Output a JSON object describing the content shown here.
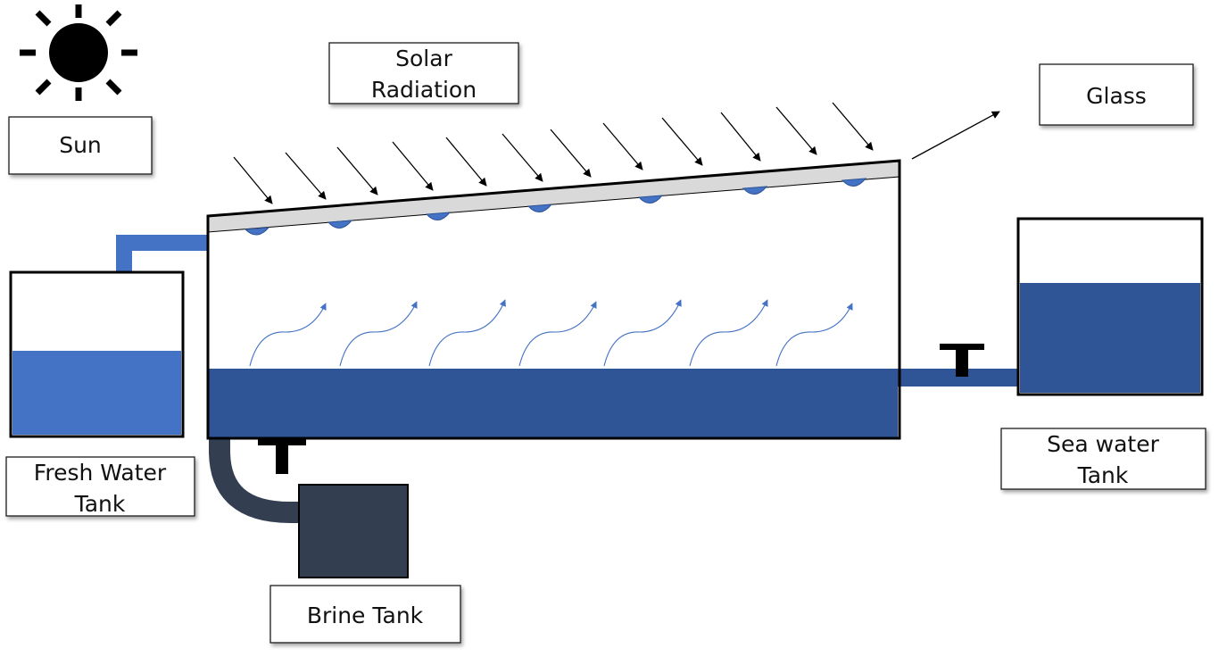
{
  "labels": {
    "sun": "Sun",
    "solar_radiation": [
      "Solar",
      "Radiation"
    ],
    "glass": "Glass",
    "fresh_water_tank": [
      "Fresh Water",
      "Tank"
    ],
    "sea_water_tank": [
      "Sea water",
      "Tank"
    ],
    "brine_tank": "Brine Tank"
  },
  "colors": {
    "fresh_water": "#4472c4",
    "sea_water": "#2f5597",
    "brine": "#333f50",
    "outline": "#000000",
    "glass": "#d9d9d9"
  }
}
